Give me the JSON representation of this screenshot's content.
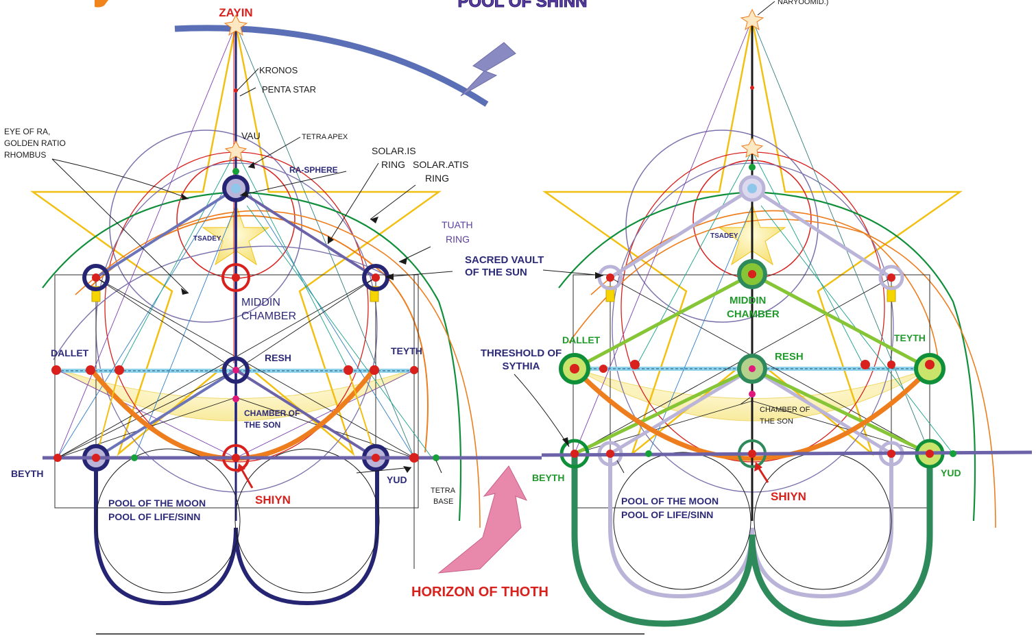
{
  "colors": {
    "gold": "#f2c012",
    "darkblue": "#252573",
    "mauve": "#7b72ad",
    "purple_line": "#6b62a8",
    "red": "#d8201c",
    "green_dark": "#2e8a5a",
    "green_ring": "#0f8f3a",
    "orange": "#ee7d1d",
    "cream": "#fbf2b8",
    "lightblue": "#8ed3ea",
    "lavender": "#b9b4d8",
    "lime": "#86c535",
    "pink": "#e0197d",
    "arrow_blue": "#8a8ac2",
    "arrow_pink": "#e889ab",
    "arc_blue": "#5a6fb6"
  },
  "header": {
    "zayin": "ZAYIN",
    "pool_title": "POOL OF SHINN",
    "top_right_note": "NARYOOMID.)"
  },
  "left": {
    "kronos": "KRONOS",
    "penta_star": "PENTA STAR",
    "eye_of_ra": [
      "EYE OF RA,",
      "GOLDEN RATIO",
      "RHOMBUS"
    ],
    "vau": "VAU",
    "tetra_apex": "TETRA APEX",
    "solar_is": [
      "SOLAR.IS",
      "RING"
    ],
    "solar_atis": [
      "SOLAR.ATIS",
      "RING"
    ],
    "ra_sphere": "RA-SPHERE",
    "tuath": [
      "TUATH",
      "RING"
    ],
    "tsadey": "TSADEY",
    "sacred_vault": [
      "SACRED VAULT",
      "OF THE SUN"
    ],
    "middin": [
      "MIDDIN",
      "CHAMBER"
    ],
    "dallet": "DALLET",
    "resh": "RESH",
    "teyth": "TEYTH",
    "chamber_son": [
      "CHAMBER OF",
      "THE SON"
    ],
    "beyth": "BEYTH",
    "yud": "YUD",
    "shiyn": "SHIYN",
    "tetra_base": [
      "TETRA",
      "BASE"
    ],
    "pool_moon": "POOL OF THE MOON",
    "pool_life": "POOL OF LIFE/SINN"
  },
  "center": {
    "threshold": [
      "THRESHOLD OF",
      "SYTHIA"
    ],
    "horizon": "HORIZON OF THOTH"
  },
  "right": {
    "tsadey": "TSADEY",
    "middin": [
      "MIDDIN",
      "CHAMBER"
    ],
    "dallet": "DALLET",
    "resh": "RESH",
    "teyth": "TEYTH",
    "chamber_son": [
      "CHAMBER OF",
      "THE SON"
    ],
    "beyth": "BEYTH",
    "yud": "YUD",
    "shiyn": "SHIYN",
    "pool_moon": "POOL OF THE MOON",
    "pool_life": "POOL OF LIFE/SINN"
  }
}
